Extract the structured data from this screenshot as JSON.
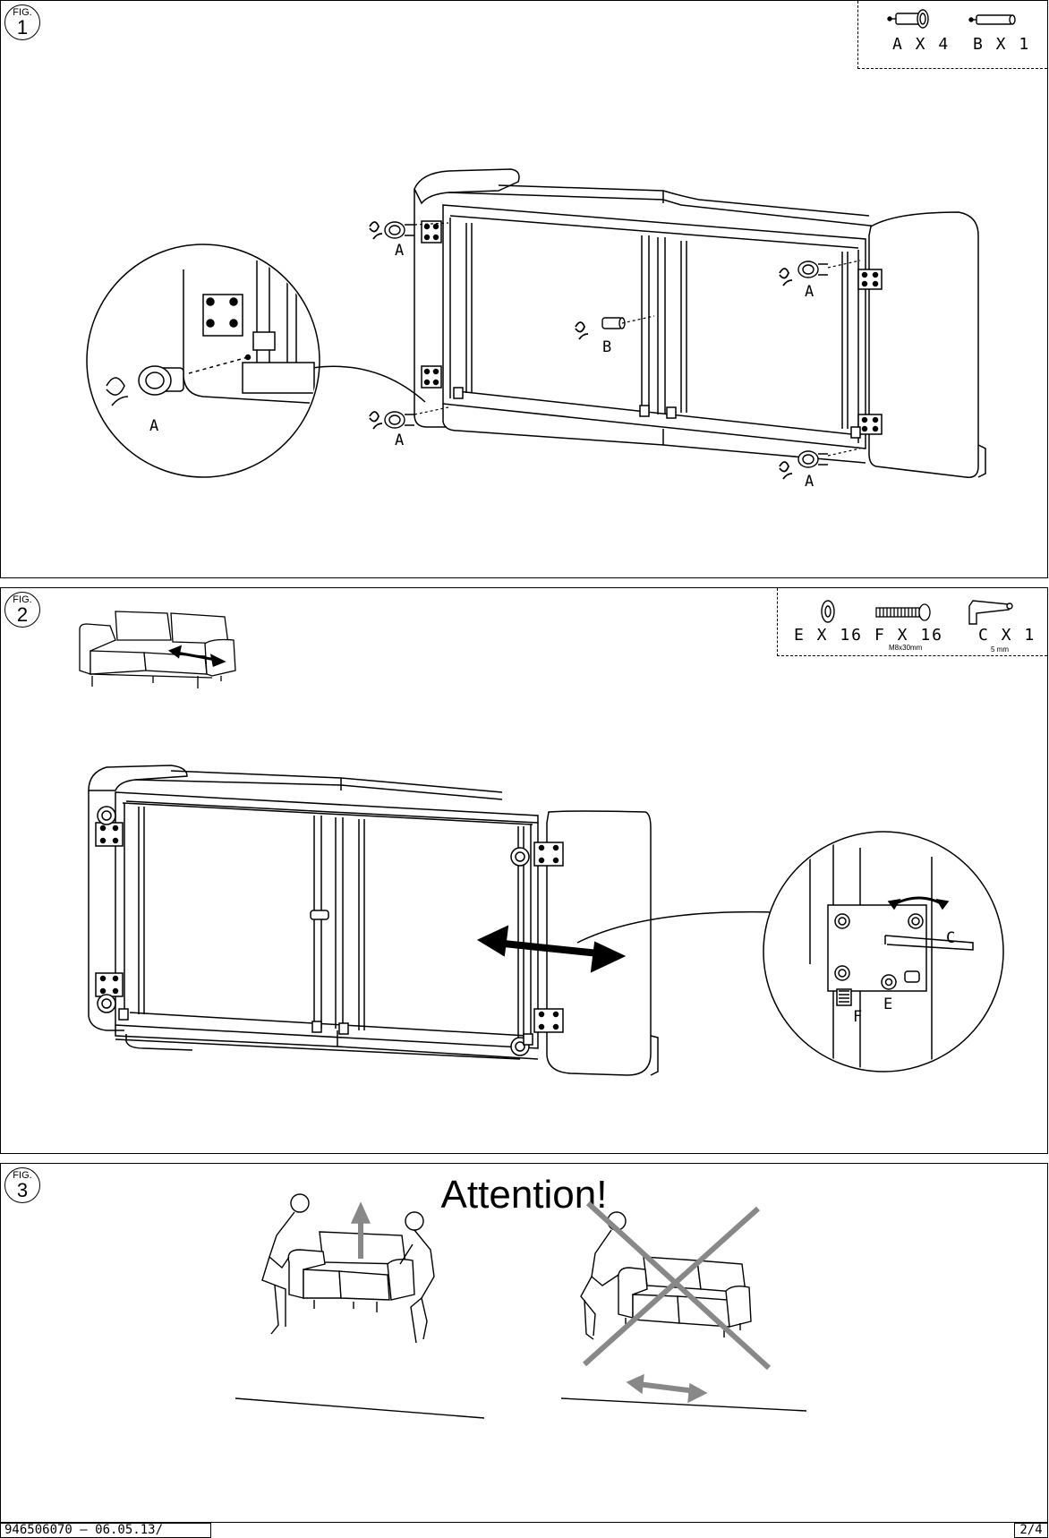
{
  "fig1": {
    "fig_label": "FIG.",
    "fig_number": "1",
    "parts": [
      {
        "letter": "A",
        "text": "A X 4"
      },
      {
        "letter": "B",
        "text": "B X 1"
      }
    ],
    "callouts": [
      "A",
      "A",
      "A",
      "A",
      "B"
    ],
    "detail_callout": "A"
  },
  "fig2": {
    "fig_label": "FIG.",
    "fig_number": "2",
    "parts": [
      {
        "text": "E X 16",
        "sub": ""
      },
      {
        "text": "F X 16",
        "sub": "M8x30mm"
      },
      {
        "text": "C X 1",
        "sub": "5  mm"
      }
    ],
    "detail_callouts": {
      "c": "C",
      "e": "E",
      "f": "F"
    }
  },
  "fig3": {
    "fig_label": "FIG.",
    "fig_number": "3",
    "title": "Attention!"
  },
  "footer": {
    "code": "946506070 — 06.05.13/",
    "page": "2/4"
  }
}
